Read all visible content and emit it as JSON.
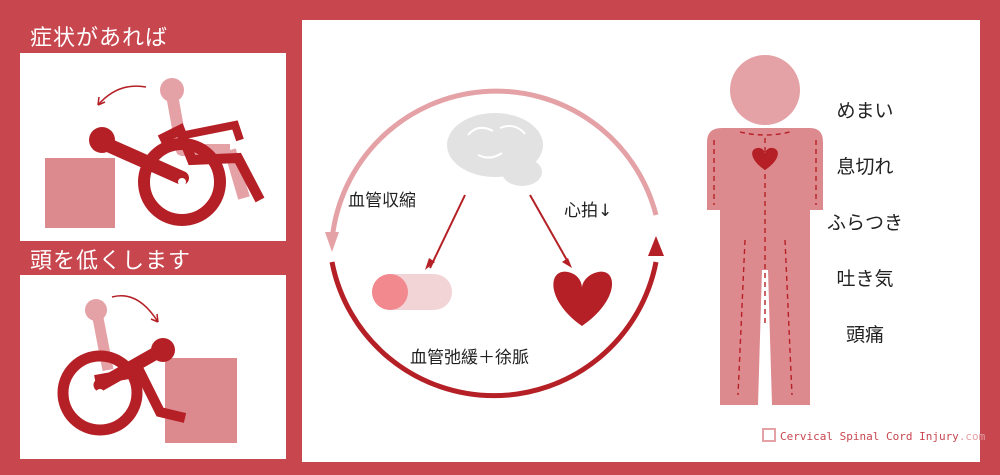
{
  "left": {
    "step1_heading": "症状があれば",
    "step2_heading": "頭を低くします"
  },
  "cycle": {
    "label_vasoconstriction": "血管収縮",
    "label_heart_rate": "心拍↓",
    "label_result": "血管弛緩＋徐脈"
  },
  "symptoms": [
    "めまい",
    "息切れ",
    "ふらつき",
    "吐き気",
    "頭痛"
  ],
  "brand": {
    "main": "Cervical Spinal Cord Injury",
    "suffix": ".com"
  },
  "colors": {
    "red": "#c8474f",
    "dark_red": "#b52026",
    "light_red": "#e4a2a6",
    "pink": "#dd8a8e"
  }
}
